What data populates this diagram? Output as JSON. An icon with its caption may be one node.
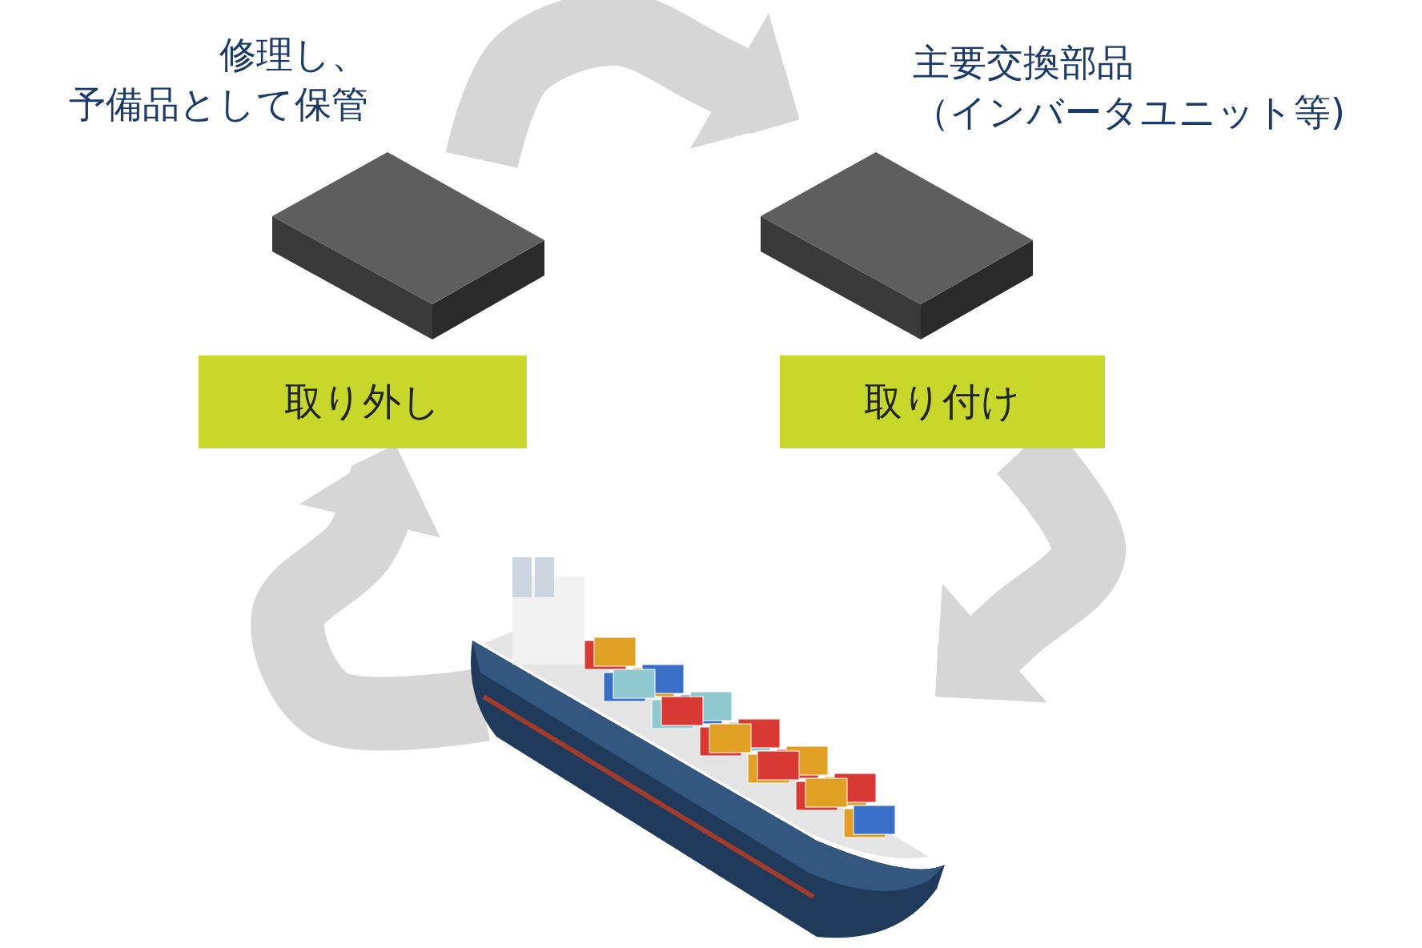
{
  "diagram": {
    "nodes": [
      {
        "text": [
          "修理し、予備品として保管"
        ]
      },
      {
        "text": [
          "取り外し"
        ]
      },
      {
        "text": [
          "主要交換部品（インバータユニット等)"
        ]
      },
      {
        "text": [
          "取り付け"
        ]
      },
      {
        "text": [],
        "shape": "picture"
      }
    ],
    "edges": [
      {
        "from": 0,
        "to": 2,
        "arrow": "to"
      },
      {
        "from": 3,
        "to": 4,
        "arrow": "to"
      },
      {
        "from": 4,
        "to": 1,
        "arrow": "to"
      }
    ]
  }
}
